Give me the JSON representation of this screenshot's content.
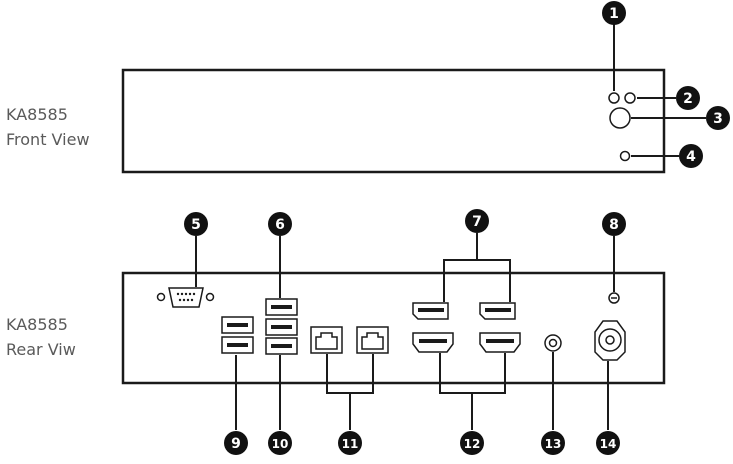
{
  "front_view": {
    "model": "KA8585",
    "caption": "Front View"
  },
  "rear_view": {
    "model": "KA8585",
    "caption": "Rear Viw"
  },
  "callouts": [
    "1",
    "2",
    "3",
    "4",
    "5",
    "6",
    "7",
    "8",
    "9",
    "10",
    "11",
    "12",
    "13",
    "14"
  ],
  "colors": {
    "line": "#1a1a1a",
    "label_text": "#5a5a5a",
    "badge_fill": "#111111",
    "badge_text": "#ffffff"
  }
}
